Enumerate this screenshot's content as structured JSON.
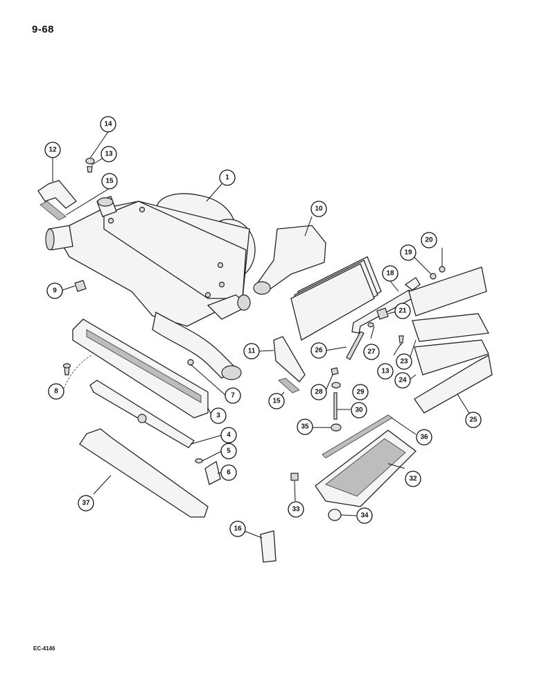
{
  "page_number": "9-68",
  "reference_code": "EC-4146",
  "callouts": [
    {
      "id": "c1",
      "label": "1"
    },
    {
      "id": "c3",
      "label": "3"
    },
    {
      "id": "c4",
      "label": "4"
    },
    {
      "id": "c5",
      "label": "5"
    },
    {
      "id": "c6",
      "label": "6"
    },
    {
      "id": "c7",
      "label": "7"
    },
    {
      "id": "c8",
      "label": "8"
    },
    {
      "id": "c9",
      "label": "9"
    },
    {
      "id": "c10",
      "label": "10"
    },
    {
      "id": "c11",
      "label": "11"
    },
    {
      "id": "c12",
      "label": "12"
    },
    {
      "id": "c13a",
      "label": "13"
    },
    {
      "id": "c13b",
      "label": "13"
    },
    {
      "id": "c14",
      "label": "14"
    },
    {
      "id": "c15a",
      "label": "15"
    },
    {
      "id": "c15b",
      "label": "15"
    },
    {
      "id": "c16",
      "label": "16"
    },
    {
      "id": "c18",
      "label": "18"
    },
    {
      "id": "c19",
      "label": "19"
    },
    {
      "id": "c20",
      "label": "20"
    },
    {
      "id": "c21",
      "label": "21"
    },
    {
      "id": "c23",
      "label": "23"
    },
    {
      "id": "c24",
      "label": "24"
    },
    {
      "id": "c25",
      "label": "25"
    },
    {
      "id": "c26",
      "label": "26"
    },
    {
      "id": "c27",
      "label": "27"
    },
    {
      "id": "c28",
      "label": "28"
    },
    {
      "id": "c29",
      "label": "29"
    },
    {
      "id": "c30",
      "label": "30"
    },
    {
      "id": "c32",
      "label": "32"
    },
    {
      "id": "c33",
      "label": "33"
    },
    {
      "id": "c34",
      "label": "34"
    },
    {
      "id": "c35",
      "label": "35"
    },
    {
      "id": "c36",
      "label": "36"
    },
    {
      "id": "c37",
      "label": "37"
    }
  ]
}
